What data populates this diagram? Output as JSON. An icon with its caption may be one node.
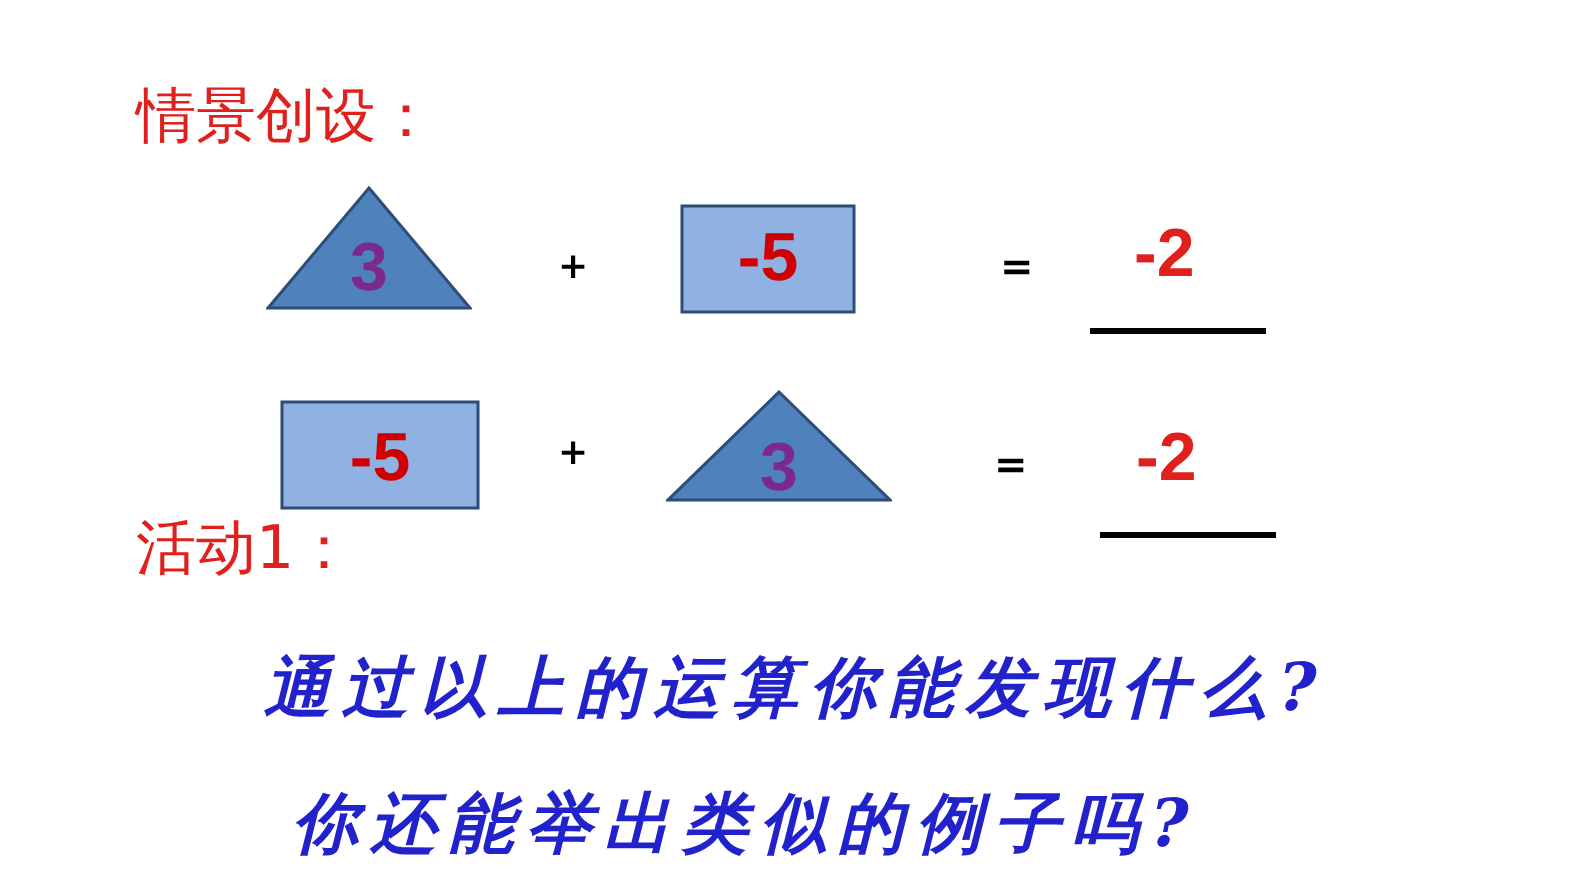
{
  "diagram": {
    "title": "情景创设：",
    "nodes": [
      {
        "text": [
          "3"
        ]
      },
      {
        "text": [
          "-5"
        ]
      },
      {
        "text": [
          "-5"
        ]
      },
      {
        "text": [
          "3"
        ]
      }
    ],
    "labels": [
      "+",
      "=",
      "-2",
      "+",
      "=",
      "-2",
      "活动1：",
      "通过以上的运算你能发现什么?",
      "你还能举出类似的例子吗?"
    ]
  }
}
